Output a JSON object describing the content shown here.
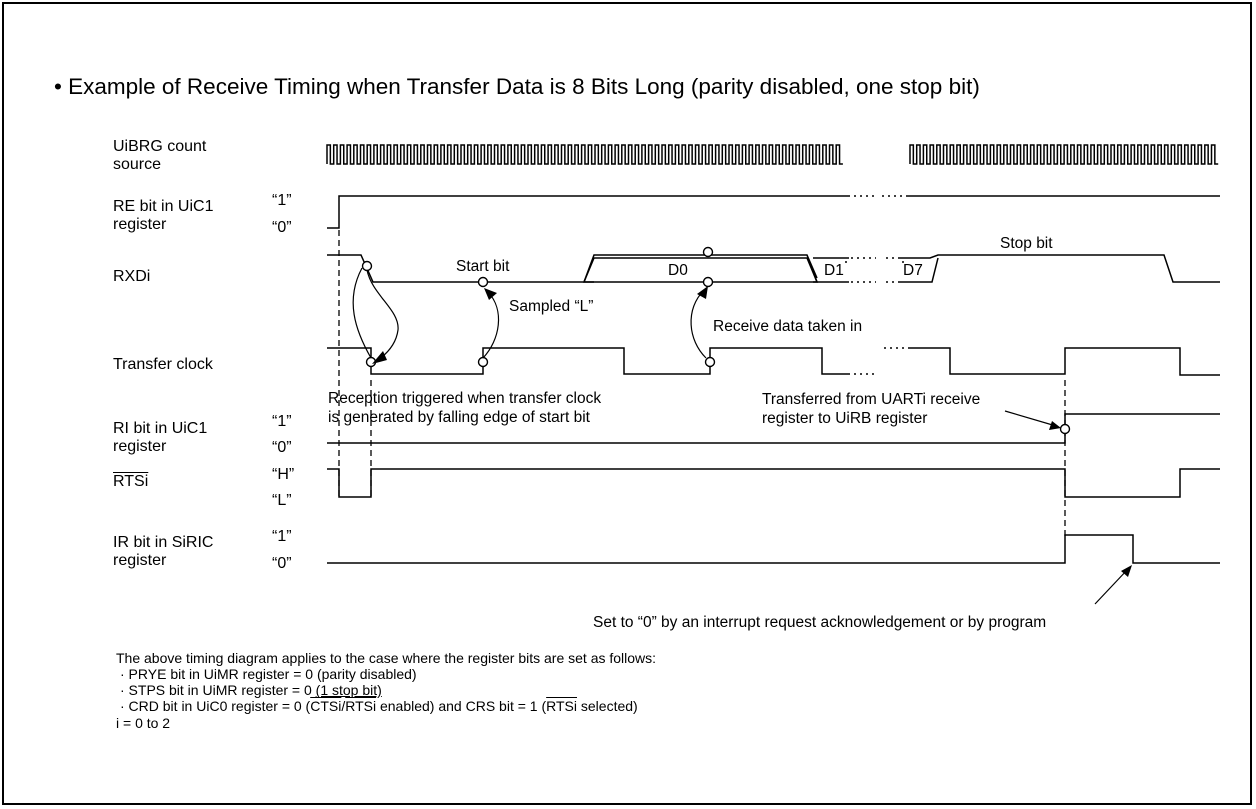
{
  "title": "• Example of Receive Timing when Transfer Data is 8 Bits Long (parity disabled, one stop bit)",
  "signals": {
    "uibrg_line1": "UiBRG count",
    "uibrg_line2": "source",
    "re_line1": "RE bit in UiC1",
    "re_line2": "register",
    "rxdi": "RXDi",
    "transfer_clock": "Transfer clock",
    "ri_line1": "RI bit in UiC1",
    "ri_line2": "register",
    "rtsi": "RTSi",
    "ir_line1": "IR bit in SiRIC",
    "ir_line2": "register"
  },
  "levels": {
    "re_high": "“1”",
    "re_low": "“0”",
    "ri_high": "“1”",
    "ri_low": "“0”",
    "rts_high": "“H”",
    "rts_low": "“L”",
    "ir_high": "“1”",
    "ir_low": "“0”"
  },
  "bit_labels": {
    "start_bit": "Start bit",
    "d0": "D0",
    "d1": "D1",
    "d7": "D7",
    "stop_bit": "Stop bit"
  },
  "annotations": {
    "sampled_l": "Sampled “L”",
    "receive_data_taken_in": "Receive data taken in",
    "reception_triggered_line1": "Reception triggered when transfer clock",
    "reception_triggered_line2": "is generated by falling edge of start bit",
    "transferred_line1": "Transferred from UARTi receive",
    "transferred_line2": "register to UiRB register",
    "set_to_zero": "Set to “0” by an interrupt request acknowledgement or by program"
  },
  "notes": {
    "intro": "The above timing diagram applies to the case where the register bits are set as follows:",
    "item1": "· PRYE bit in UiMR register = 0 (parity disabled)",
    "item2_prefix": "· STPS bit in UiMR register = 0 ",
    "item2_underlined": "(1 stop bit)",
    "item3_prefix": "· CRD bit in UiC0 register = 0 (",
    "item3_cts": "CTSi",
    "item3_slash": "/",
    "item3_rts": "RTSi",
    "item3_mid": " enabled) and CRS bit = 1 (",
    "item3_rts2": "RTSi",
    "item3_suffix": " selected)",
    "range": "i = 0 to 2"
  }
}
